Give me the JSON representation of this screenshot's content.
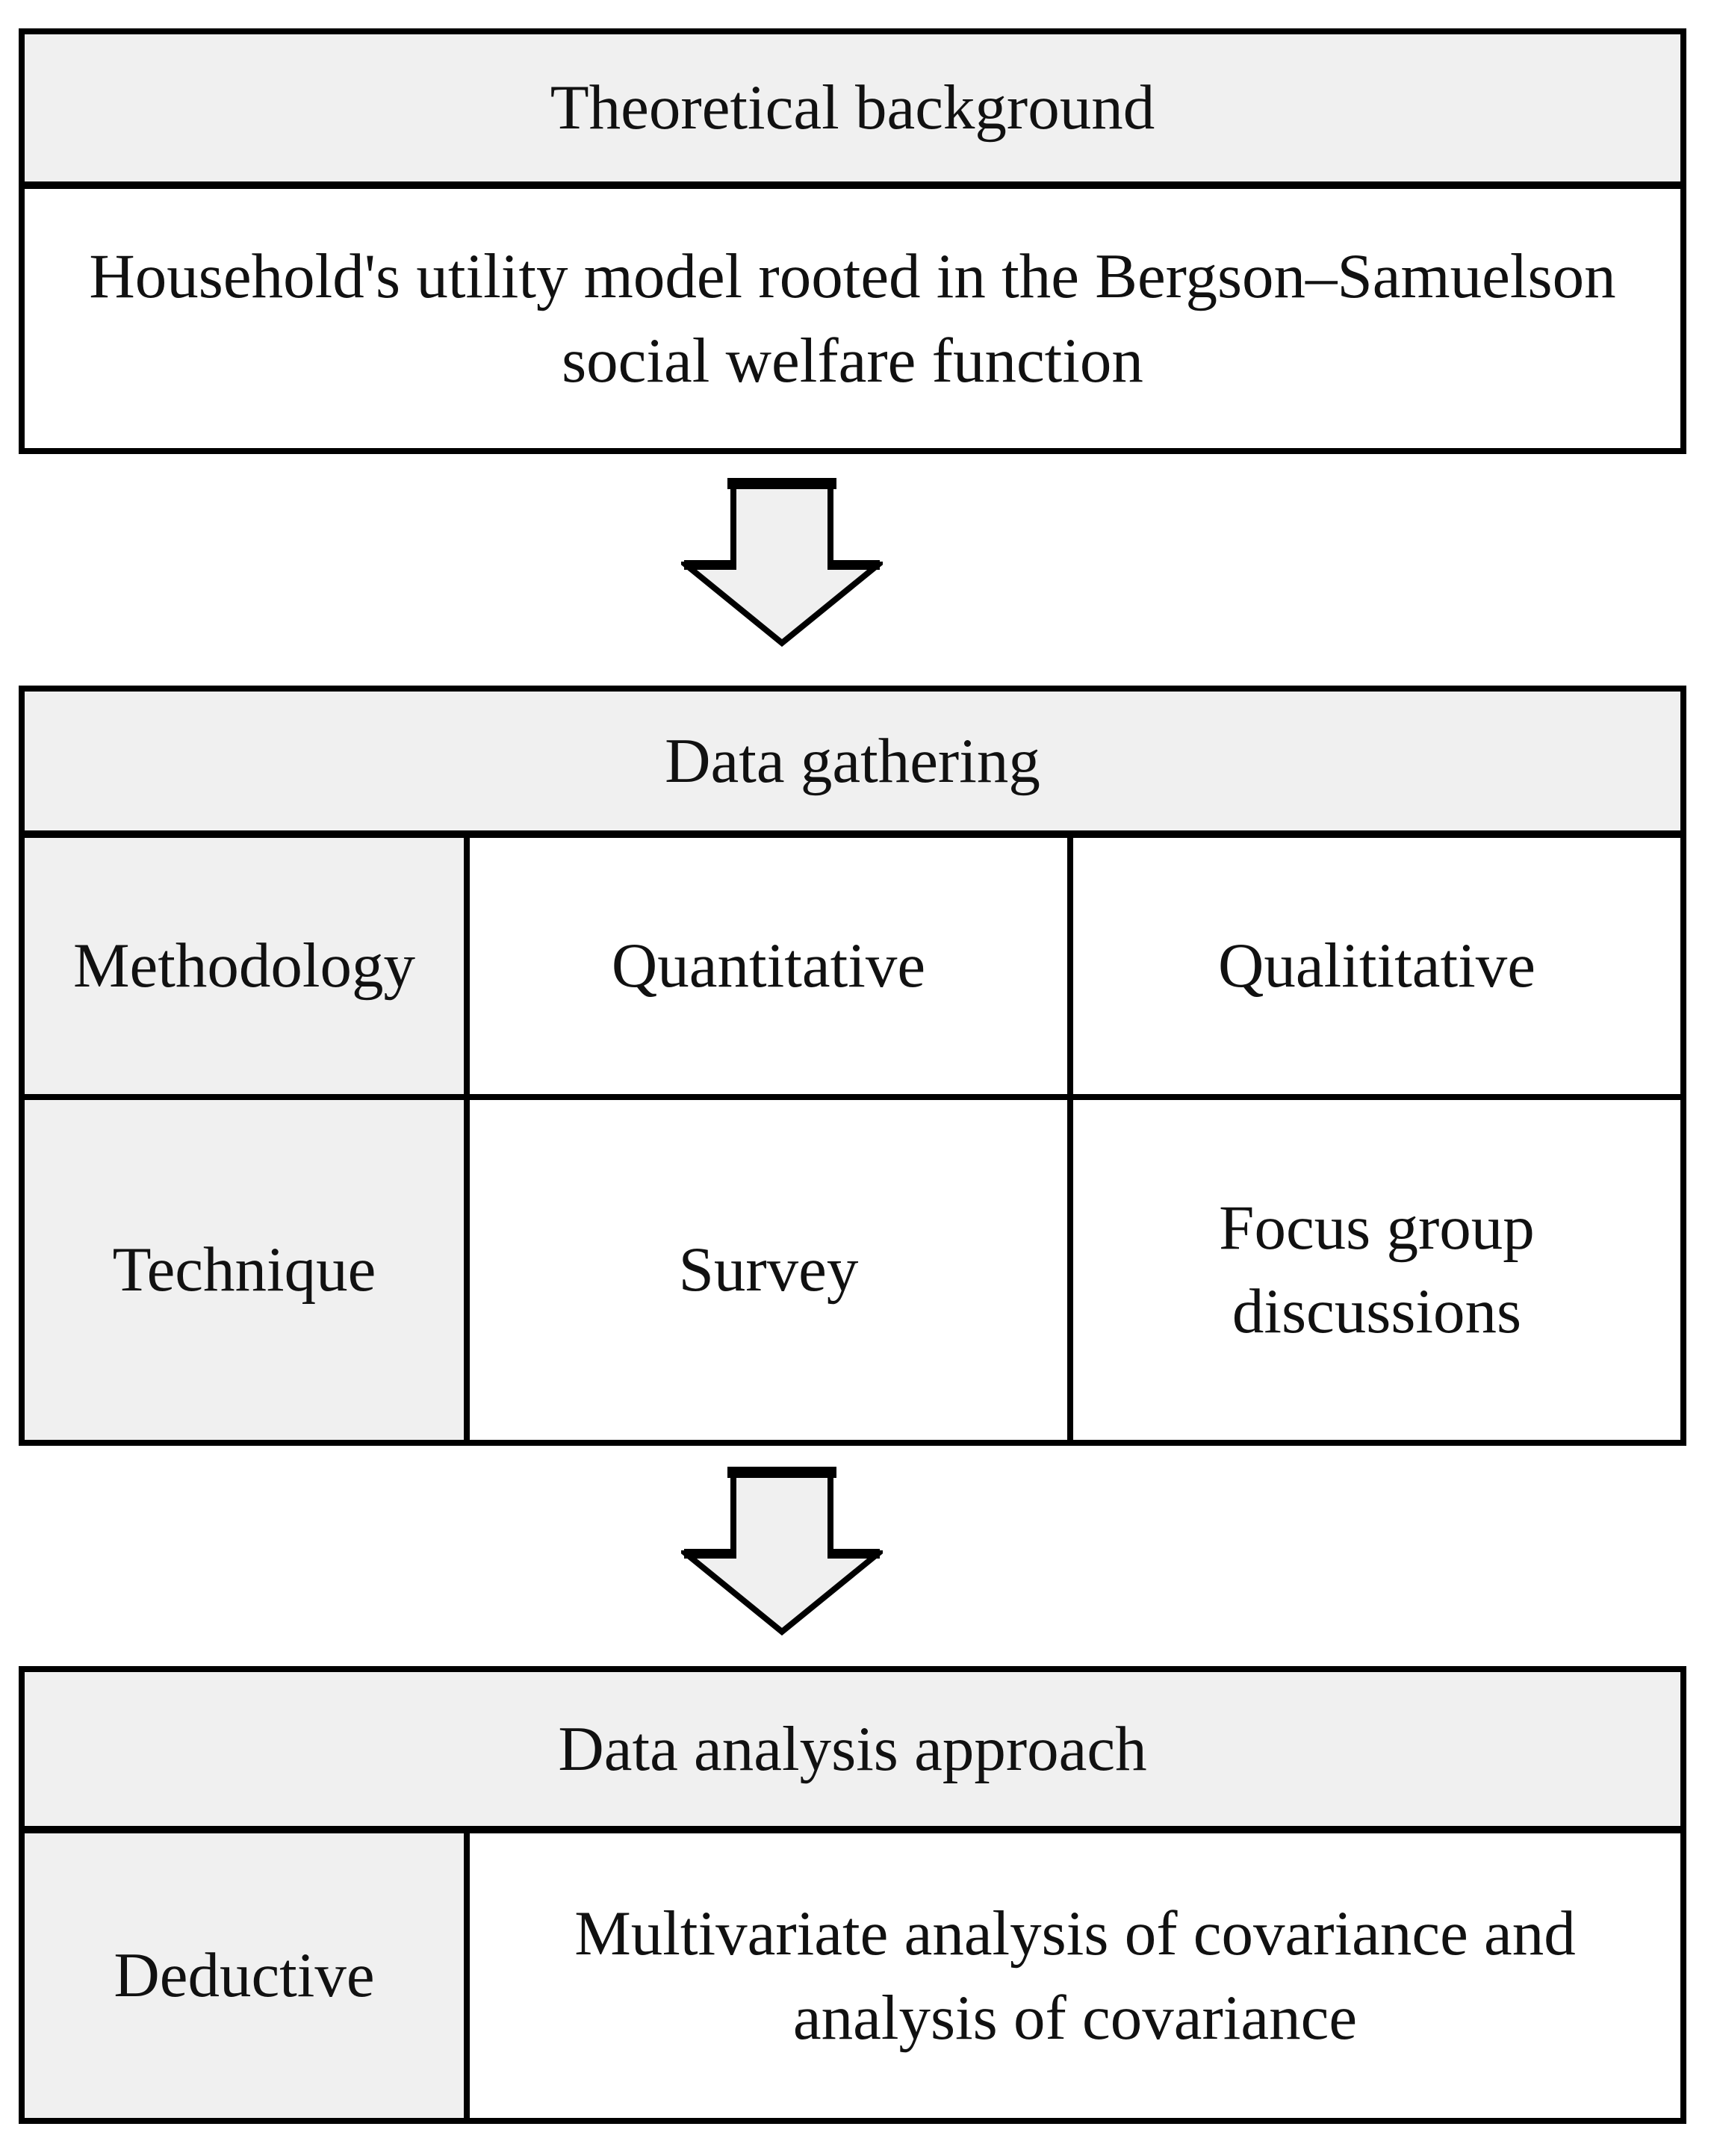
{
  "diagram": {
    "theoretical": {
      "title": "Theoretical background",
      "body": "Household's utility model rooted in the Bergson–Samuelson\nsocial welfare function"
    },
    "data_gathering": {
      "title": "Data gathering",
      "rows": [
        {
          "label": "Methodology",
          "quantitative": "Quantitative",
          "qualitative": "Qualititative"
        },
        {
          "label": "Technique",
          "quantitative": "Survey",
          "qualitative": "Focus group\ndiscussions"
        }
      ]
    },
    "data_analysis": {
      "title": "Data analysis approach",
      "rows": [
        {
          "label": "Deductive",
          "value": "Multivariate analysis of covariance and\nanalysis of covariance"
        }
      ]
    },
    "icons": {
      "flow_connector": "down-arrow"
    },
    "colors": {
      "header_bg": "#f0f0f0",
      "cell_bg": "#ffffff",
      "border": "#000000",
      "arrow_fill": "#f0f0f0",
      "arrow_stroke": "#000000"
    }
  }
}
